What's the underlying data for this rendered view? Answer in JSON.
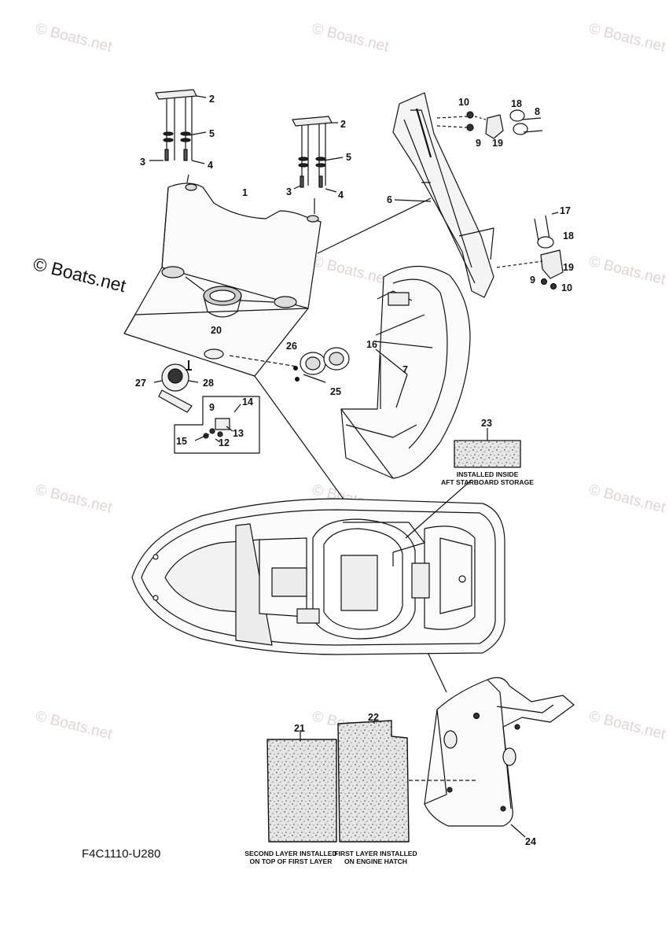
{
  "watermark": {
    "text": "© Boats.net",
    "color": "#d9c4c4"
  },
  "diagram_code": "F4C1110-U280",
  "notes": {
    "item23_line1": "INSTALLED INSIDE",
    "item23_line2": "AFT STARBOARD STORAGE",
    "item21_line1": "SECOND LAYER INSTALLED",
    "item21_line2": "ON TOP OF FIRST LAYER",
    "item22_line1": "FIRST LAYER INSTALLED",
    "item22_line2": "ON ENGINE HATCH"
  },
  "callouts": {
    "c1": "1",
    "c2a": "2",
    "c2b": "2",
    "c3a": "3",
    "c3b": "3",
    "c4a": "4",
    "c4b": "4",
    "c5a": "5",
    "c5b": "5",
    "c6": "6",
    "c7": "7",
    "c8": "8",
    "c9a": "9",
    "c9b": "9",
    "c9c": "9",
    "c10a": "10",
    "c10b": "10",
    "c12": "12",
    "c13": "13",
    "c14": "14",
    "c15": "15",
    "c16": "16",
    "c17": "17",
    "c18a": "18",
    "c18b": "18",
    "c19a": "19",
    "c19b": "19",
    "c20": "20",
    "c21": "21",
    "c22": "22",
    "c23": "23",
    "c24": "24",
    "c25": "25",
    "c26": "26",
    "c27": "27",
    "c28": "28"
  },
  "icons": {
    "hatch": "seat-hatch-panel",
    "cupholder": "cup-holder-icon",
    "pillar": "windshield-pillar",
    "boat": "boat-topview",
    "engine_hatch": "engine-hatch",
    "pad": "carpet-pad"
  }
}
